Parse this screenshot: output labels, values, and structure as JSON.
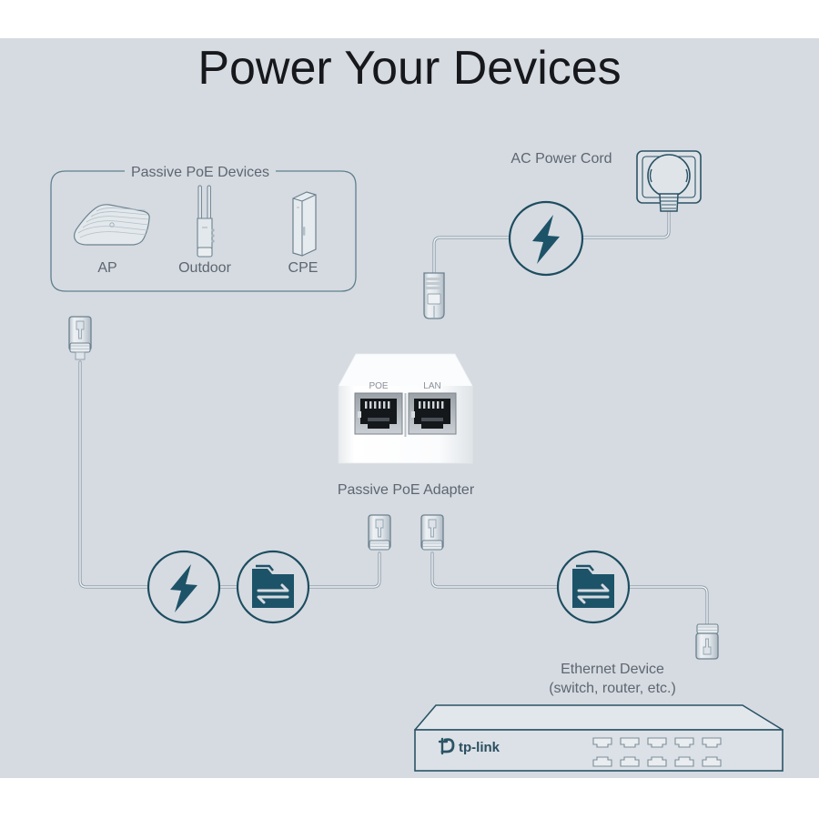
{
  "page": {
    "title": "Power Your Devices",
    "background_color": "#d6dbe1",
    "band_color": "#ffffff",
    "line_color": "#2b5366",
    "label_color": "#5d6670",
    "accent_color": "#1d5368"
  },
  "devices_box": {
    "legend": "Passive PoE Devices",
    "items": [
      {
        "label": "AP",
        "icon": "access-point-icon"
      },
      {
        "label": "Outdoor",
        "icon": "outdoor-ap-icon"
      },
      {
        "label": "CPE",
        "icon": "cpe-icon"
      }
    ]
  },
  "power": {
    "label": "AC Power Cord",
    "outlet_icon": "wall-outlet-icon",
    "badge_icon": "power-bolt-icon"
  },
  "adapter": {
    "caption": "Passive PoE Adapter",
    "ports": [
      {
        "label": "POE"
      },
      {
        "label": "LAN"
      }
    ]
  },
  "badges": [
    {
      "name": "power-bolt-badge",
      "icon": "bolt-icon"
    },
    {
      "name": "data-transfer-badge-left",
      "icon": "folder-transfer-icon"
    },
    {
      "name": "data-transfer-badge-right",
      "icon": "folder-transfer-icon"
    }
  ],
  "ethernet_device": {
    "label_line1": "Ethernet Device",
    "label_line2": "(switch, router, etc.)",
    "brand": "tp-link",
    "port_columns": 5,
    "port_rows": 2
  },
  "connectors": {
    "rj45_icon": "rj45-plug-icon",
    "c13_icon": "ac-connector-icon"
  }
}
